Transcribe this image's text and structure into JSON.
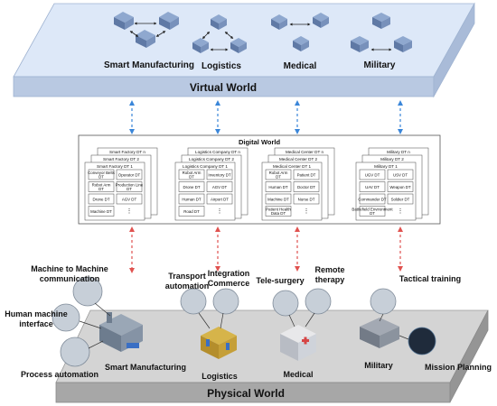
{
  "virtual_world": {
    "title": "Virtual World",
    "domains": [
      "Smart Manufacturing",
      "Logistics",
      "Medical",
      "Military"
    ]
  },
  "digital_world": {
    "title": "Digital World",
    "groups": [
      {
        "back_labels": [
          "Smart Factory DT n",
          "Smart Factory DT 2"
        ],
        "front_label": "Smart Factory DT 1",
        "cells": [
          "Conveyor Belts DT",
          "Operator DT",
          "Robot Arm DT",
          "Production Line DT",
          "Drone DT",
          "AGV DT",
          "Machine DT",
          "⋮"
        ]
      },
      {
        "back_labels": [
          "Logistics Company DT n",
          "Logistics Company DT 2"
        ],
        "front_label": "Logistics Company DT 1",
        "cells": [
          "Robot Arm DT",
          "Inventory DT",
          "Drone DT",
          "AGV DT",
          "Human DT",
          "Airport DT",
          "Road DT",
          "⋮"
        ]
      },
      {
        "back_labels": [
          "Medical Center DT n",
          "Medical Center DT 2"
        ],
        "front_label": "Medical Center DT 1",
        "cells": [
          "Robot Arm DT",
          "Patient DT",
          "Human DT",
          "Doctor DT",
          "Machine DT",
          "Nurse DT",
          "Patient Health Data DT",
          "⋮"
        ]
      },
      {
        "back_labels": [
          "Military DT n",
          "Military DT 2"
        ],
        "front_label": "Military DT 1",
        "cells": [
          "UGV DT",
          "USV DT",
          "UAV DT",
          "Weapon DT",
          "Commander DT",
          "Soldier DT",
          "Battlefield Environment DT",
          "⋮"
        ]
      }
    ]
  },
  "physical_world": {
    "title": "Physical World",
    "labels": {
      "m2m": "Machine to Machine communication",
      "hmi": "Human machine interface",
      "process": "Process automation",
      "smart_mfg": "Smart Manufacturing",
      "transport": "Transport automation",
      "integration": "Integration Commerce",
      "logistics": "Logistics",
      "telesurgery": "Tele-surgery",
      "remote": "Remote therapy",
      "medical": "Medical",
      "tactical": "Tactical training",
      "military": "Military",
      "mission": "Mission Planning"
    }
  },
  "colors": {
    "virtual_top": "#dde8f8",
    "virtual_side": "#b9c9e2",
    "physical_top": "#d4d4d4",
    "physical_side": "#a7a7a7",
    "blue_arrow": "#3a86d9",
    "red_arrow": "#e0524f"
  }
}
